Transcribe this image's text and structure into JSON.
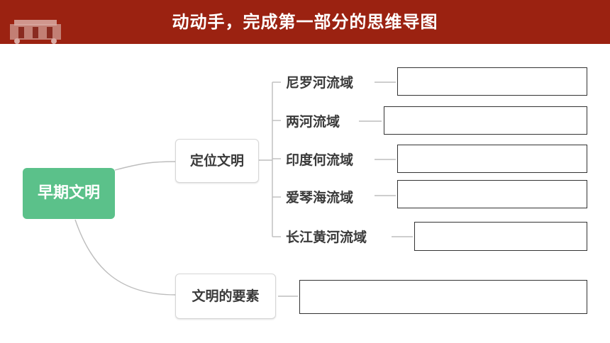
{
  "header": {
    "title": "动动手，完成第一部分的思维导图"
  },
  "mindmap": {
    "root": "早期文明",
    "branch_locate": {
      "label": "定位文明",
      "leaves": [
        {
          "label": "尼罗河流域"
        },
        {
          "label": "两河流域"
        },
        {
          "label": "印度何流域"
        },
        {
          "label": "爱琴海流域"
        },
        {
          "label": "长江黄河流域"
        }
      ]
    },
    "branch_elements": {
      "label": "文明的要素"
    }
  },
  "colors": {
    "header": "#9b2211",
    "root": "#5bc18a",
    "connector": "#bdbdbd"
  }
}
